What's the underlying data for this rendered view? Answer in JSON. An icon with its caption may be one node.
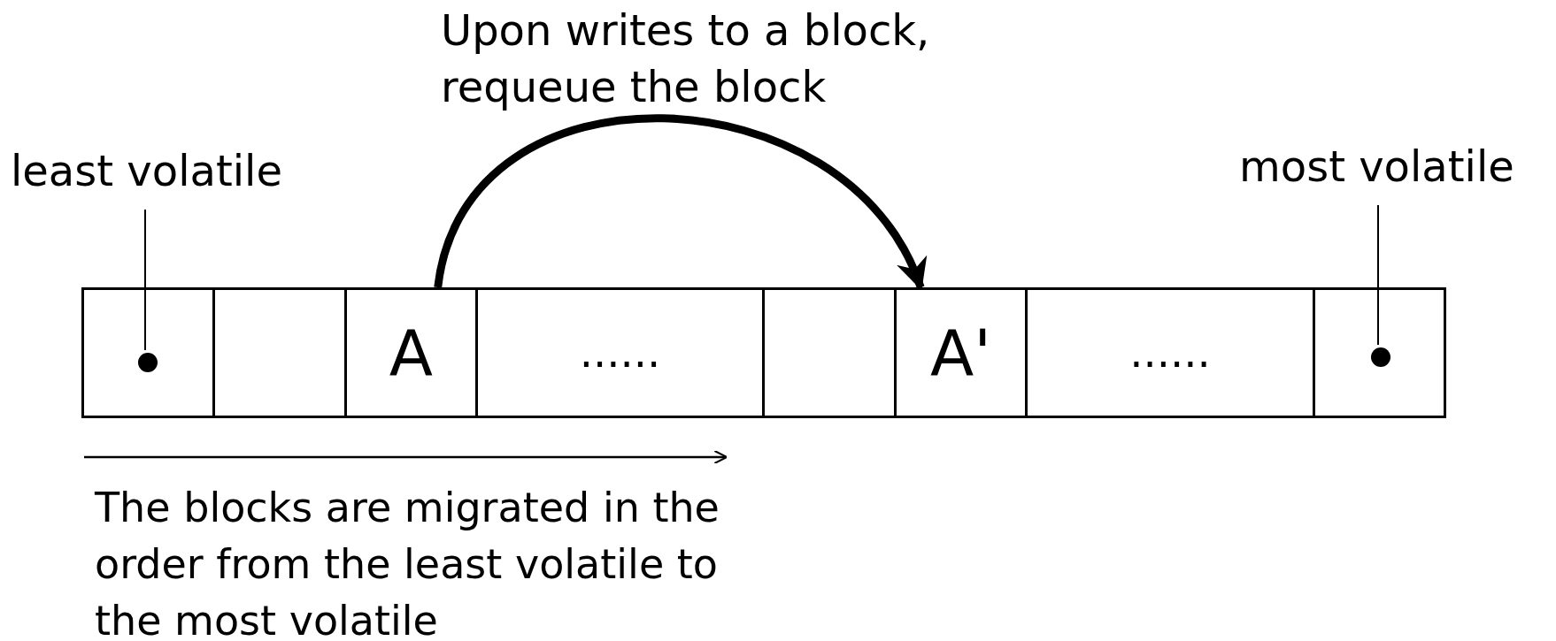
{
  "diagram": {
    "nodes": [
      {
        "text": [
          "least volatile"
        ]
      },
      {
        "text": [
          "most volatile"
        ]
      },
      {
        "text": [],
        "shape": "box"
      },
      {
        "text": [],
        "shape": "box"
      },
      {
        "text": [
          "A"
        ]
      },
      {
        "text": [
          "......"
        ]
      },
      {
        "text": [],
        "shape": "box"
      },
      {
        "text": [
          "A'"
        ]
      },
      {
        "text": [
          "......"
        ]
      },
      {
        "text": [],
        "shape": "box"
      },
      {
        "text": [],
        "shape": "circle",
        "in": 2
      },
      {
        "text": [],
        "shape": "circle",
        "in": 9
      }
    ],
    "edges": [
      {
        "from": 4,
        "to": 7,
        "arrow": "to",
        "label": "Upon writes to a block, requeue the block",
        "style": "thick"
      },
      {
        "from": 0,
        "to": 10,
        "arrow": "none"
      },
      {
        "from": 1,
        "to": 11,
        "arrow": "none"
      }
    ],
    "labels": [
      "The blocks are migrated in the order from the least volatile to the most volatile"
    ]
  }
}
